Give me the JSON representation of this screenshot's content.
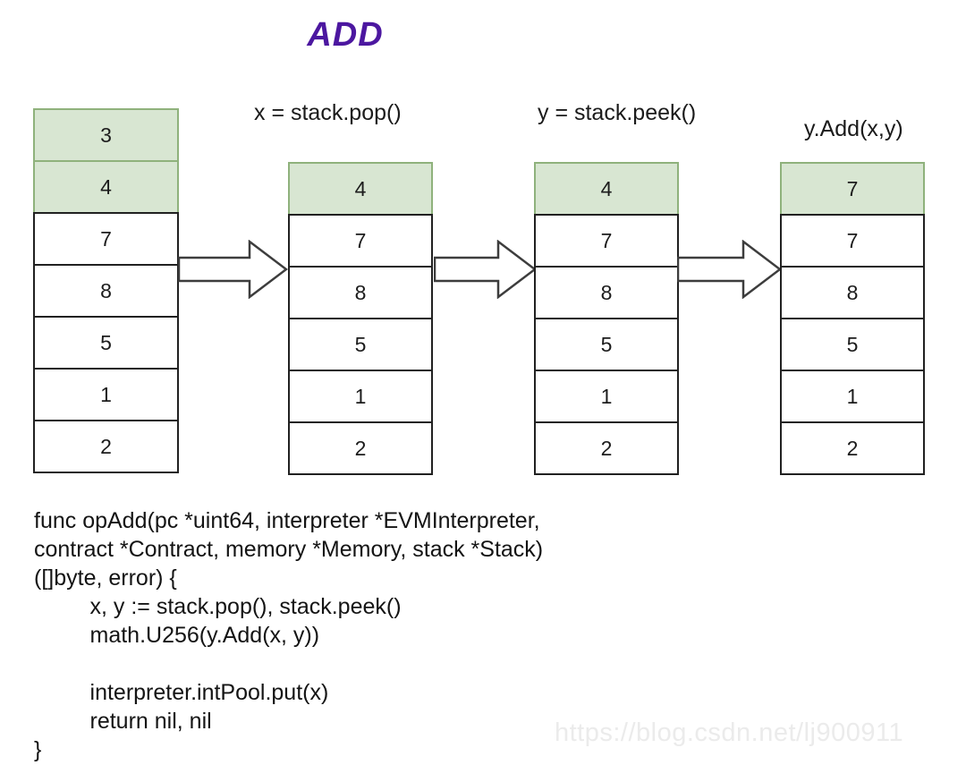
{
  "title": {
    "text": "ADD"
  },
  "steps": [
    {
      "label": "x = stack.pop()"
    },
    {
      "label": "y = stack.peek()"
    },
    {
      "label": "y.Add(x,y)"
    }
  ],
  "stacks": [
    {
      "id": "initial-stack",
      "cells": [
        {
          "v": "3",
          "hl": true
        },
        {
          "v": "4",
          "hl": true
        },
        {
          "v": "7",
          "hl": false
        },
        {
          "v": "8",
          "hl": false
        },
        {
          "v": "5",
          "hl": false
        },
        {
          "v": "1",
          "hl": false
        },
        {
          "v": "2",
          "hl": false
        }
      ]
    },
    {
      "id": "stack-after-pop",
      "cells": [
        {
          "v": "4",
          "hl": true
        },
        {
          "v": "7",
          "hl": false
        },
        {
          "v": "8",
          "hl": false
        },
        {
          "v": "5",
          "hl": false
        },
        {
          "v": "1",
          "hl": false
        },
        {
          "v": "2",
          "hl": false
        }
      ]
    },
    {
      "id": "stack-after-peek",
      "cells": [
        {
          "v": "4",
          "hl": true
        },
        {
          "v": "7",
          "hl": false
        },
        {
          "v": "8",
          "hl": false
        },
        {
          "v": "5",
          "hl": false
        },
        {
          "v": "1",
          "hl": false
        },
        {
          "v": "2",
          "hl": false
        }
      ]
    },
    {
      "id": "result-stack",
      "cells": [
        {
          "v": "7",
          "hl": true
        },
        {
          "v": "7",
          "hl": false
        },
        {
          "v": "8",
          "hl": false
        },
        {
          "v": "5",
          "hl": false
        },
        {
          "v": "1",
          "hl": false
        },
        {
          "v": "2",
          "hl": false
        }
      ]
    }
  ],
  "code": {
    "text": "func opAdd(pc *uint64, interpreter *EVMInterpreter,\ncontract *Contract, memory *Memory, stack *Stack)\n([]byte, error) {\n         x, y := stack.pop(), stack.peek()\n         math.U256(y.Add(x, y))\n\n         interpreter.intPool.put(x)\n         return nil, nil\n}"
  },
  "watermark": {
    "text": "https://blog.csdn.net/lj900911"
  },
  "colors": {
    "title": "#4c17a0",
    "highlight_fill": "#d8e6d2",
    "highlight_border": "#8fb27c",
    "cell_border": "#212121",
    "arrow_stroke": "#3d3d3d",
    "watermark": "#ebebeb"
  }
}
